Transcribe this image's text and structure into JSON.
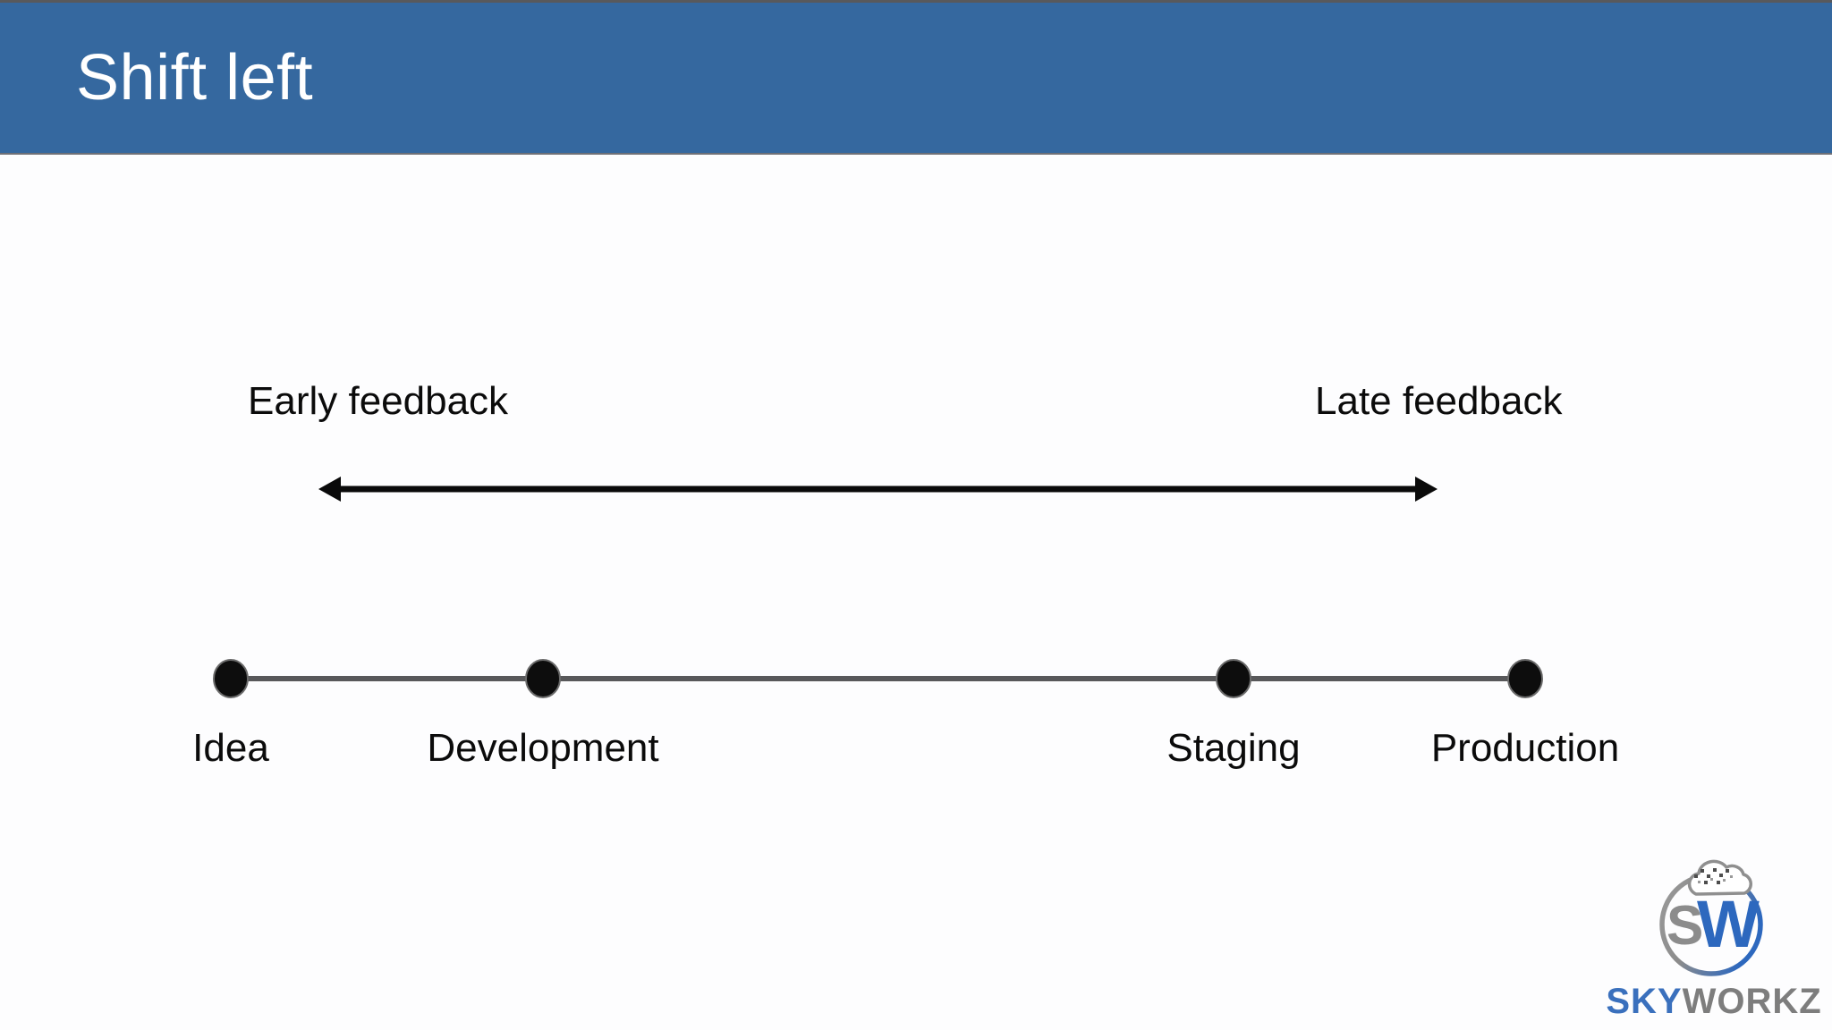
{
  "slide": {
    "title": "Shift left"
  },
  "feedback_arrow": {
    "left_label": "Early feedback",
    "right_label": "Late feedback",
    "direction": "double-headed-horizontal"
  },
  "timeline": {
    "stages": [
      {
        "label": "Idea"
      },
      {
        "label": "Development"
      },
      {
        "label": "Staging"
      },
      {
        "label": "Production"
      }
    ]
  },
  "logo": {
    "monogram_s": "S",
    "monogram_w": "W",
    "word_part_blue": "SKY",
    "word_part_gray": "WORKZ",
    "icon": "cloud-icon"
  },
  "colors": {
    "header_blue": "#35689F",
    "title_text": "#FFFFFF",
    "body_text": "#0B0B0B",
    "arrow_black": "#0A0A0A",
    "timeline_gray": "#58585A",
    "dot_black": "#0D0D0D",
    "logo_blue": "#2D68BE",
    "logo_gray": "#8C8C8C",
    "wordmark_blue": "#3A70BD",
    "wordmark_gray": "#7D7D7D"
  }
}
